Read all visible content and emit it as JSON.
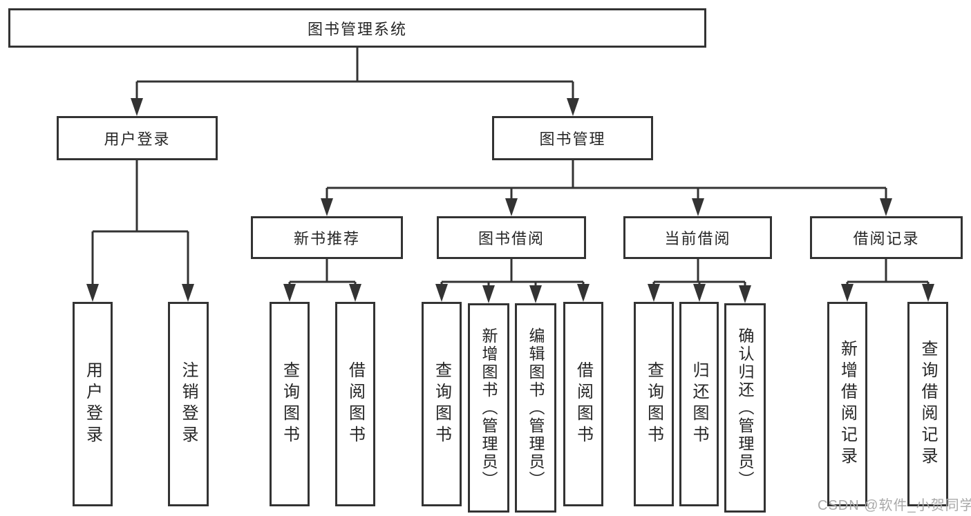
{
  "diagram_title": "图书管理系统",
  "hierarchy": {
    "root": "图书管理系统",
    "children": [
      {
        "label": "用户登录",
        "children": [
          "用户登录",
          "注销登录"
        ]
      },
      {
        "label": "图书管理",
        "children": [
          {
            "label": "新书推荐",
            "children": [
              "查询图书",
              "借阅图书"
            ]
          },
          {
            "label": "图书借阅",
            "children": [
              "查询图书",
              "新增图书（管理员）",
              "编辑图书（管理员）",
              "借阅图书"
            ]
          },
          {
            "label": "当前借阅",
            "children": [
              "查询图书",
              "归还图书",
              "确认归还（管理员）"
            ]
          },
          {
            "label": "借阅记录",
            "children": [
              "新增借阅记录",
              "查询借阅记录"
            ]
          }
        ]
      }
    ]
  },
  "watermark": {
    "text": "CSDN @软件_小贺同学"
  },
  "colors": {
    "line": "#333333",
    "text": "#262626",
    "background": "#ffffff",
    "watermark": "#a9a9a9"
  }
}
